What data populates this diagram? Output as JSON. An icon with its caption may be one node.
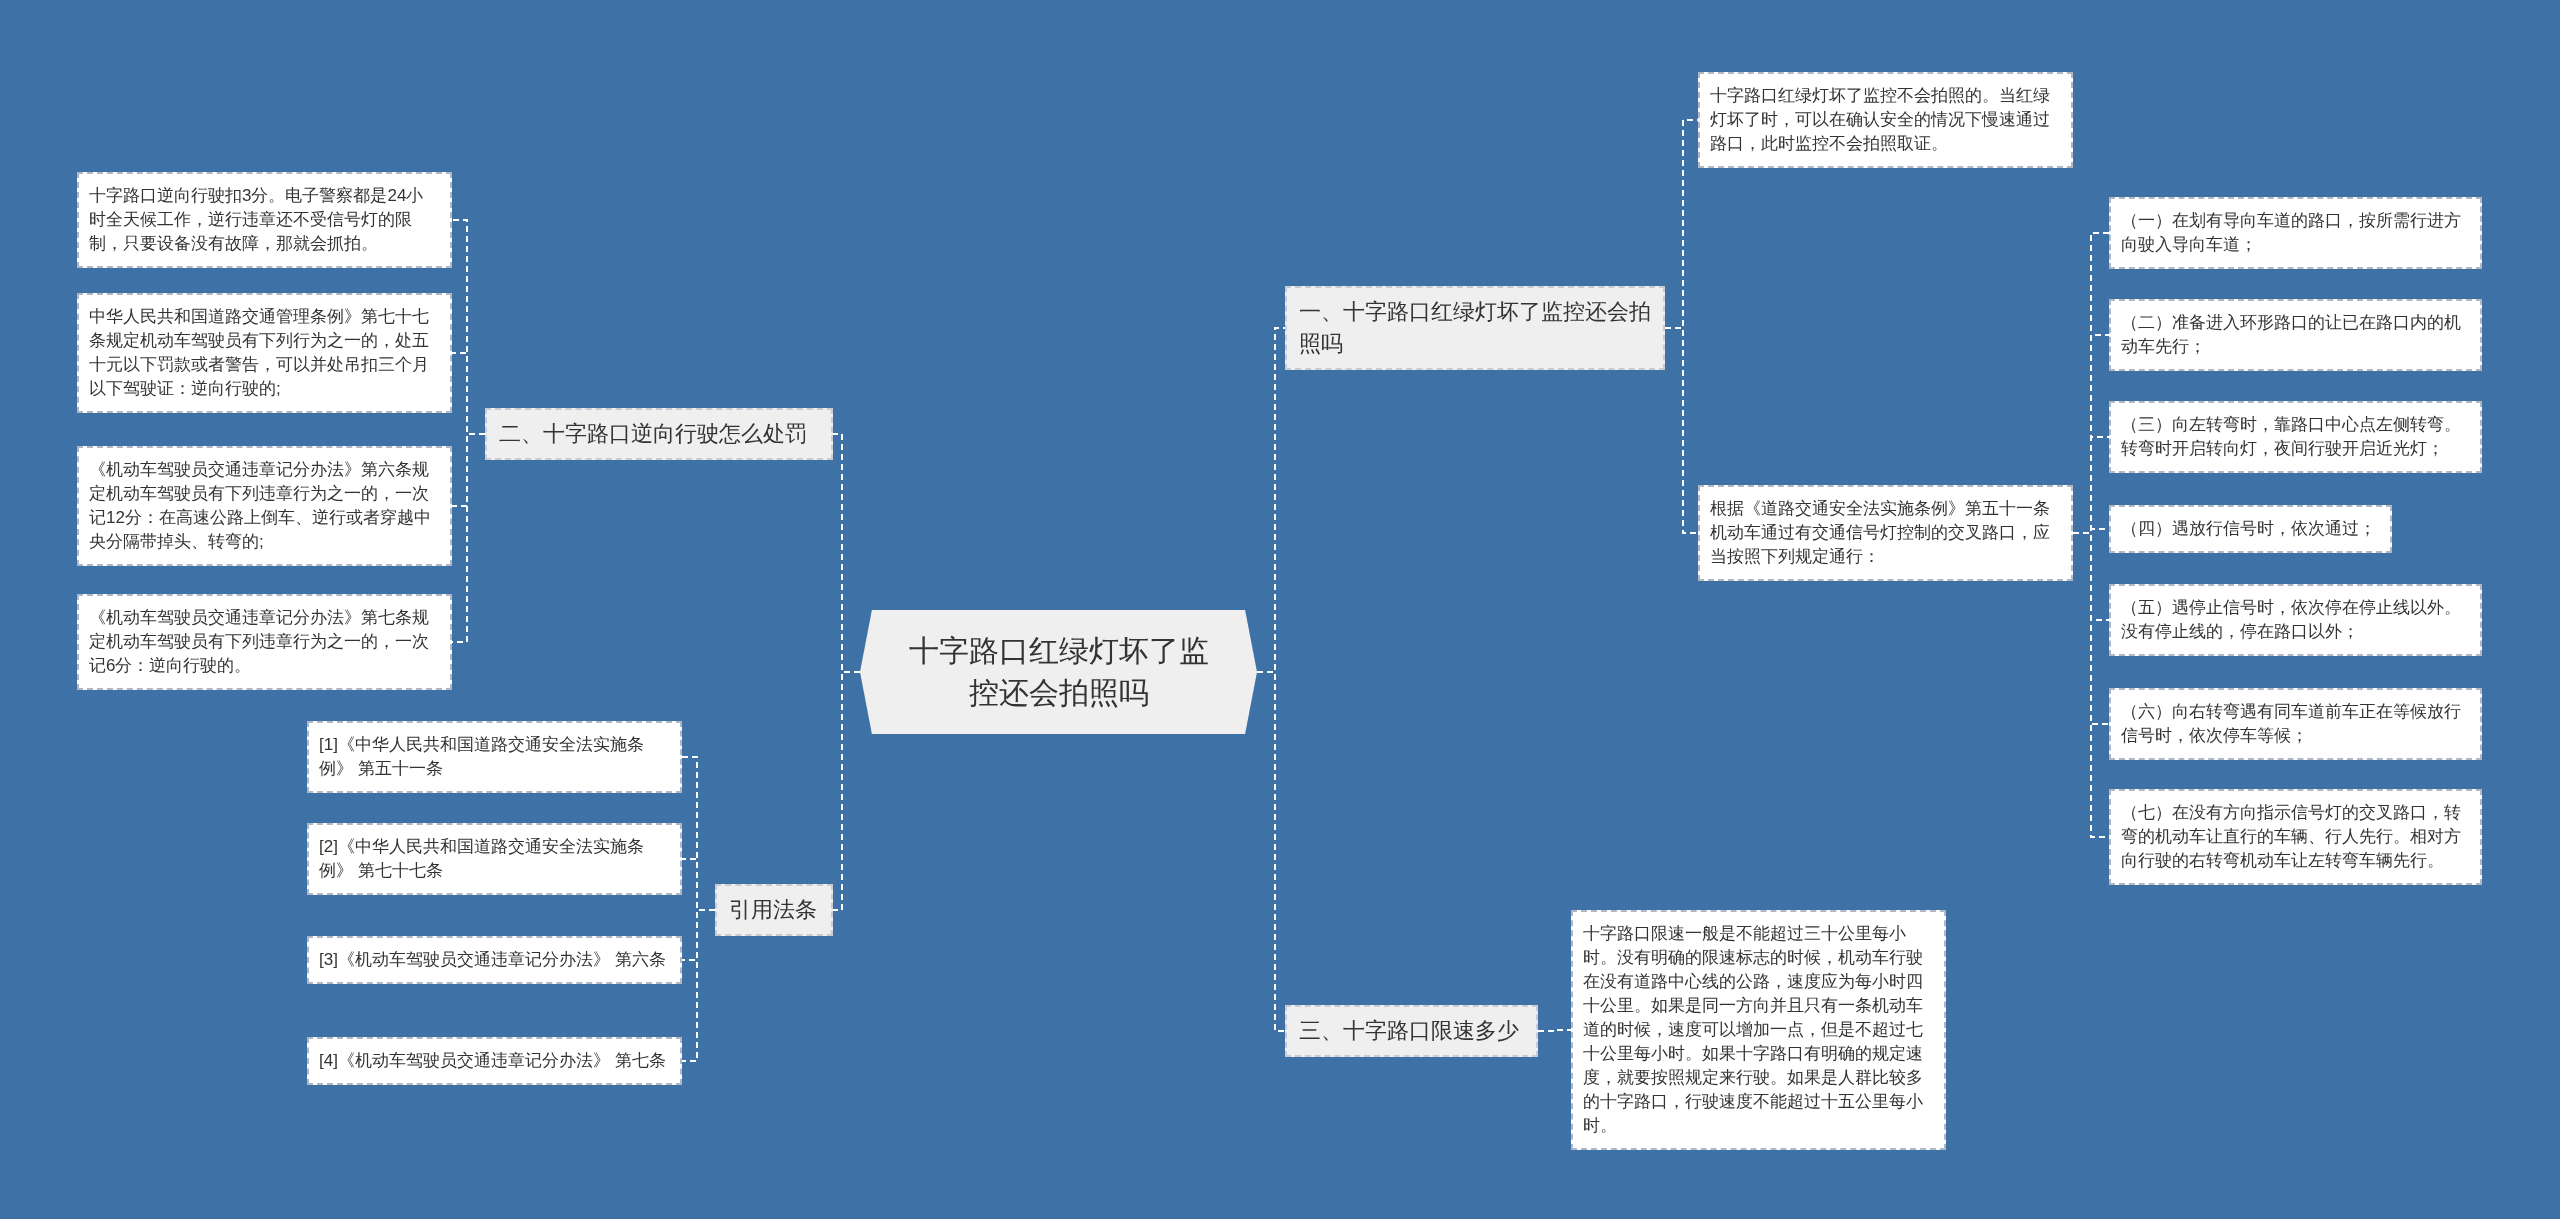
{
  "diagram": {
    "nodes": [
      {
        "text": [
          "十字路口红绿灯坏了监控还会拍照吗"
        ]
      },
      {
        "text": [
          "一、十字路口红绿灯坏了监控还会拍照吗"
        ]
      },
      {
        "text": [
          "十字路口红绿灯坏了监控不会拍照的。当红绿灯坏了时，可以在确认安全的情况下慢速通过路口，此时监控不会拍照取证。"
        ]
      },
      {
        "text": [
          "根据《道路交通安全法实施条例》第五十一条机动车通过有交通信号灯控制的交叉路口，应当按照下列规定通行："
        ]
      },
      {
        "text": [
          "（一）在划有导向车道的路口，按所需行进方向驶入导向车道；"
        ]
      },
      {
        "text": [
          "（二）准备进入环形路口的让已在路口内的机动车先行；"
        ]
      },
      {
        "text": [
          "（三）向左转弯时，靠路口中心点左侧转弯。转弯时开启转向灯，夜间行驶开启近光灯；"
        ]
      },
      {
        "text": [
          "（四）遇放行信号时，依次通过；"
        ]
      },
      {
        "text": [
          "（五）遇停止信号时，依次停在停止线以外。没有停止线的，停在路口以外；"
        ]
      },
      {
        "text": [
          "（六）向右转弯遇有同车道前车正在等候放行信号时，依次停车等候；"
        ]
      },
      {
        "text": [
          "（七）在没有方向指示信号灯的交叉路口，转弯的机动车让直行的车辆、行人先行。相对方向行驶的右转弯机动车让左转弯车辆先行。"
        ]
      },
      {
        "text": [
          "三、十字路口限速多少"
        ]
      },
      {
        "text": [
          "十字路口限速一般是不能超过三十公里每小时。没有明确的限速标志的时候，机动车行驶在没有道路中心线的公路，速度应为每小时四十公里。如果是同一方向并且只有一条机动车道的时候，速度可以增加一点，但是不超过七十公里每小时。如果十字路口有明确的规定速度，就要按照规定来行驶。如果是人群比较多的十字路口，行驶速度不能超过十五公里每小时。"
        ]
      },
      {
        "text": [
          "二、十字路口逆向行驶怎么处罚"
        ]
      },
      {
        "text": [
          "十字路口逆向行驶扣3分。电子警察都是24小时全天候工作，逆行违章还不受信号灯的限制，只要设备没有故障，那就会抓拍。"
        ]
      },
      {
        "text": [
          "中华人民共和国道路交通管理条例》第七十七条规定机动车驾驶员有下列行为之一的，处五十元以下罚款或者警告，可以并处吊扣三个月以下驾驶证：逆向行驶的;"
        ]
      },
      {
        "text": [
          "《机动车驾驶员交通违章记分办法》第六条规定机动车驾驶员有下列违章行为之一的，一次记12分：在高速公路上倒车、逆行或者穿越中央分隔带掉头、转弯的;"
        ]
      },
      {
        "text": [
          "《机动车驾驶员交通违章记分办法》第七条规定机动车驾驶员有下列违章行为之一的，一次记6分：逆向行驶的。"
        ]
      },
      {
        "text": [
          "引用法条"
        ]
      },
      {
        "text": [
          "[1]《中华人民共和国道路交通安全法实施条例》 第五十一条"
        ]
      },
      {
        "text": [
          "[2]《中华人民共和国道路交通安全法实施条例》 第七十七条"
        ]
      },
      {
        "text": [
          "[3]《机动车驾驶员交通违章记分办法》 第六条"
        ]
      },
      {
        "text": [
          "[4]《机动车驾驶员交通违章记分办法》 第七条"
        ]
      }
    ],
    "edges": [
      {
        "from": 0,
        "to": 1,
        "arrow": "none"
      },
      {
        "from": 1,
        "to": 2,
        "arrow": "none"
      },
      {
        "from": 1,
        "to": 3,
        "arrow": "none"
      },
      {
        "from": 3,
        "to": 4,
        "arrow": "none"
      },
      {
        "from": 3,
        "to": 5,
        "arrow": "none"
      },
      {
        "from": 3,
        "to": 6,
        "arrow": "none"
      },
      {
        "from": 3,
        "to": 7,
        "arrow": "none"
      },
      {
        "from": 3,
        "to": 8,
        "arrow": "none"
      },
      {
        "from": 3,
        "to": 9,
        "arrow": "none"
      },
      {
        "from": 3,
        "to": 10,
        "arrow": "none"
      },
      {
        "from": 0,
        "to": 11,
        "arrow": "none"
      },
      {
        "from": 11,
        "to": 12,
        "arrow": "none"
      },
      {
        "from": 0,
        "to": 13,
        "arrow": "none"
      },
      {
        "from": 13,
        "to": 14,
        "arrow": "none"
      },
      {
        "from": 13,
        "to": 15,
        "arrow": "none"
      },
      {
        "from": 13,
        "to": 16,
        "arrow": "none"
      },
      {
        "from": 13,
        "to": 17,
        "arrow": "none"
      },
      {
        "from": 0,
        "to": 18,
        "arrow": "none"
      },
      {
        "from": 18,
        "to": 19,
        "arrow": "none"
      },
      {
        "from": 18,
        "to": 20,
        "arrow": "none"
      },
      {
        "from": 18,
        "to": 21,
        "arrow": "none"
      },
      {
        "from": 18,
        "to": 22,
        "arrow": "none"
      }
    ]
  }
}
